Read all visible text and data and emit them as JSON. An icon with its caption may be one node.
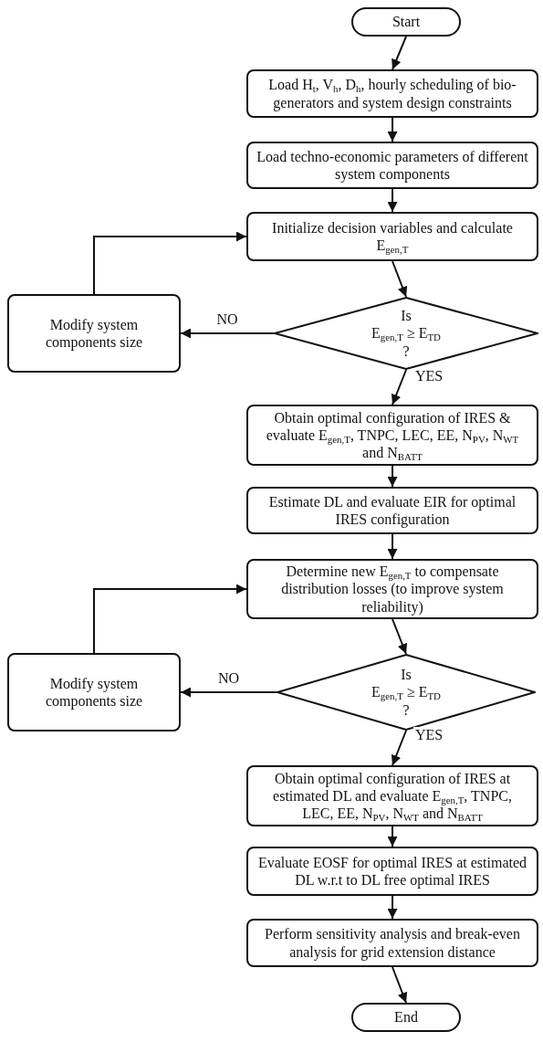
{
  "diagram": {
    "nodes": [
      {
        "text": [
          "Start"
        ]
      },
      {
        "text": [
          "Load H$_{t}$, V$_{h}$, D$_{h}$, hourly scheduling of bio-generators and system design constraints"
        ]
      },
      {
        "text": [
          "Load techno-economic parameters of different system components"
        ]
      },
      {
        "text": [
          "Initialize decision variables and calculate E$_{gen,T}$"
        ]
      },
      {
        "text": [
          "Is",
          "E$_{gen,T}$ ≥ E$_{TD}$",
          "?"
        ]
      },
      {
        "text": [
          "Modify system components size"
        ]
      },
      {
        "text": [
          "Obtain optimal configuration of IRES & evaluate E$_{gen,T}$, TNPC, LEC, EE, N$_{PV}$, N$_{WT}$ and N$_{BATT}$"
        ]
      },
      {
        "text": [
          "Estimate DL and evaluate EIR for optimal IRES configuration"
        ]
      },
      {
        "text": [
          "Determine new E$_{gen,T}$ to compensate distribution losses (to improve system reliability)"
        ]
      },
      {
        "text": [
          "Is",
          "E$_{gen,T}$ ≥ E$_{TD}$",
          "?"
        ]
      },
      {
        "text": [
          "Modify system components size"
        ]
      },
      {
        "text": [
          "Obtain optimal configuration of IRES at estimated DL and evaluate E$_{gen,T}$, TNPC, LEC, EE, N$_{PV}$, N$_{WT}$ and N$_{BATT}$"
        ]
      },
      {
        "text": [
          "Evaluate EOSF for optimal IRES at estimated DL w.r.t to DL free optimal IRES"
        ]
      },
      {
        "text": [
          "Perform sensitivity analysis and break-even analysis for grid extension distance"
        ]
      },
      {
        "text": [
          "End"
        ]
      }
    ],
    "edges": [
      {
        "from": 0,
        "to": 1,
        "arrow": "to"
      },
      {
        "from": 1,
        "to": 2,
        "arrow": "to"
      },
      {
        "from": 2,
        "to": 3,
        "arrow": "to"
      },
      {
        "from": 3,
        "to": 4,
        "arrow": "to"
      },
      {
        "from": 4,
        "to": 5,
        "arrow": "to",
        "label": "NO"
      },
      {
        "from": 5,
        "to": 3,
        "arrow": "to"
      },
      {
        "from": 4,
        "to": 6,
        "arrow": "to",
        "label": "YES"
      },
      {
        "from": 6,
        "to": 7,
        "arrow": "to"
      },
      {
        "from": 7,
        "to": 8,
        "arrow": "to"
      },
      {
        "from": 8,
        "to": 9,
        "arrow": "to"
      },
      {
        "from": 9,
        "to": 10,
        "arrow": "to",
        "label": "NO"
      },
      {
        "from": 10,
        "to": 8,
        "arrow": "to"
      },
      {
        "from": 9,
        "to": 11,
        "arrow": "to",
        "label": "YES"
      },
      {
        "from": 11,
        "to": 12,
        "arrow": "to"
      },
      {
        "from": 12,
        "to": 13,
        "arrow": "to"
      },
      {
        "from": 13,
        "to": 14,
        "arrow": "to"
      }
    ]
  }
}
